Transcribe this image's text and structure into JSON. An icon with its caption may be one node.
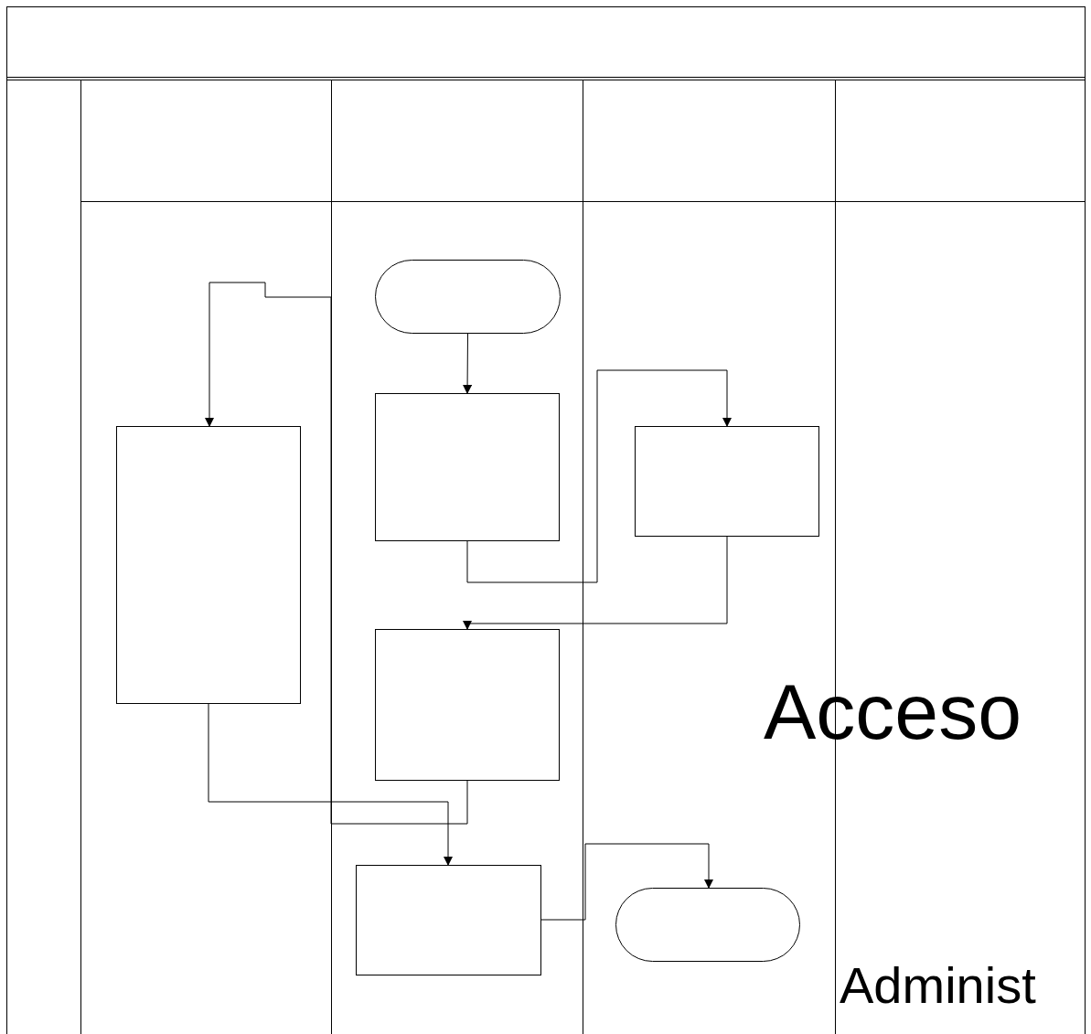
{
  "diagram": {
    "nodes": [
      {
        "text": [],
        "shape": "oval"
      },
      {
        "text": [],
        "shape": "box"
      },
      {
        "text": [],
        "shape": "box"
      },
      {
        "text": [],
        "shape": "box"
      },
      {
        "text": [],
        "shape": "box"
      },
      {
        "text": [],
        "shape": "box"
      },
      {
        "text": [],
        "shape": "oval"
      }
    ],
    "edges": [
      {
        "from": 0,
        "to": 1,
        "arrow": "to"
      },
      {
        "from": 1,
        "to": 2,
        "arrow": "to"
      },
      {
        "from": 2,
        "to": 3,
        "arrow": "to"
      },
      {
        "from": 4,
        "to": 5,
        "arrow": "to"
      },
      {
        "from": 3,
        "to": 4,
        "arrow": "to"
      },
      {
        "from": 5,
        "to": 6,
        "arrow": "to"
      }
    ],
    "labels": [
      "Acceso",
      "Administ"
    ]
  }
}
